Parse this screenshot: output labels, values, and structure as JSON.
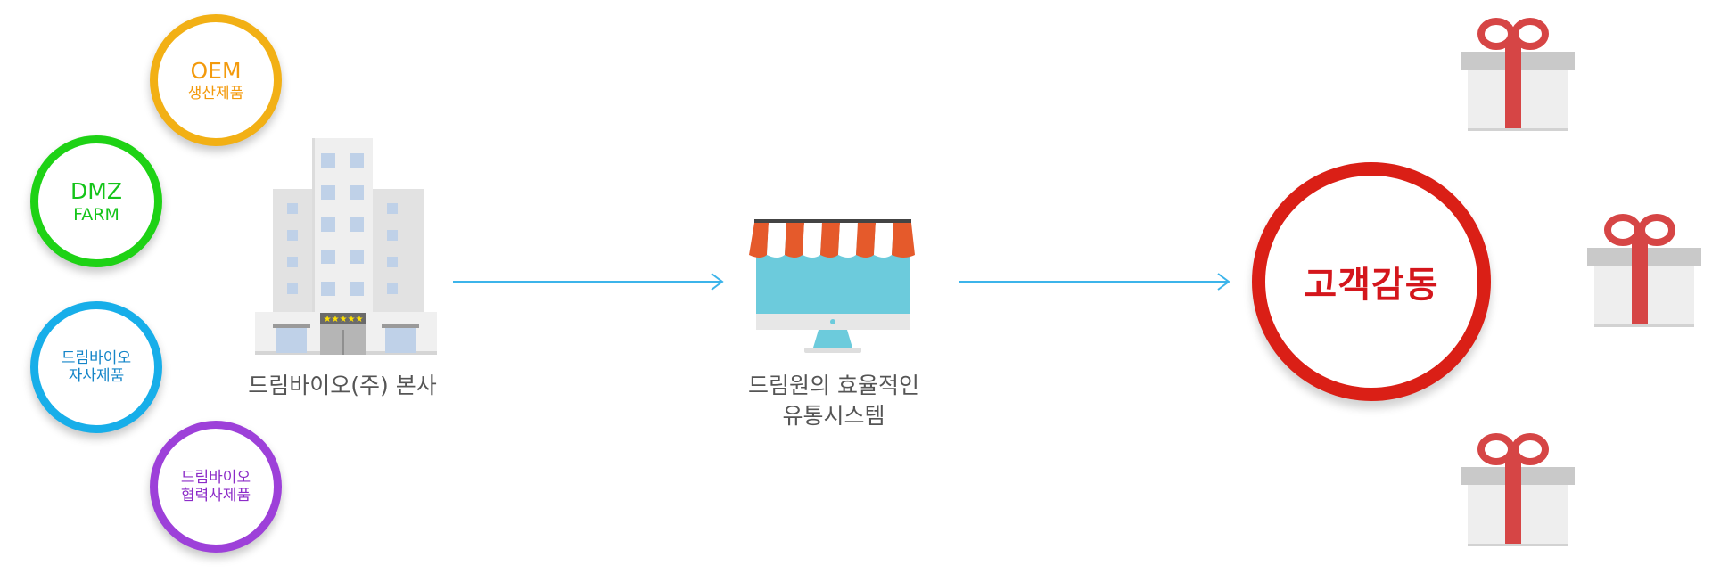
{
  "diagram": {
    "sources": [
      {
        "line1": "OEM",
        "line2": "생산제품"
      },
      {
        "line1": "DMZ",
        "line2": "FARM"
      },
      {
        "line1": "드림바이오",
        "line2": "자사제품"
      },
      {
        "line1": "드림바이오",
        "line2": "협력사제품"
      }
    ],
    "hq_label": "드림바이오(주) 본사",
    "shop_label_line1": "드림원의 효율적인",
    "shop_label_line2": "유통시스템",
    "goal_label": "고객감동"
  },
  "colors": {
    "oem": "#f2b015",
    "dmz": "#1ed215",
    "self_products": "#17aee9",
    "partner_products": "#9d40d9",
    "arrow": "#3cb4ea",
    "goal": "#da1f16",
    "gift_ribbon": "#d64545"
  },
  "icons": {
    "hq": "office-building-icon",
    "shop": "storefront-monitor-icon",
    "gift": "gift-box-icon"
  }
}
